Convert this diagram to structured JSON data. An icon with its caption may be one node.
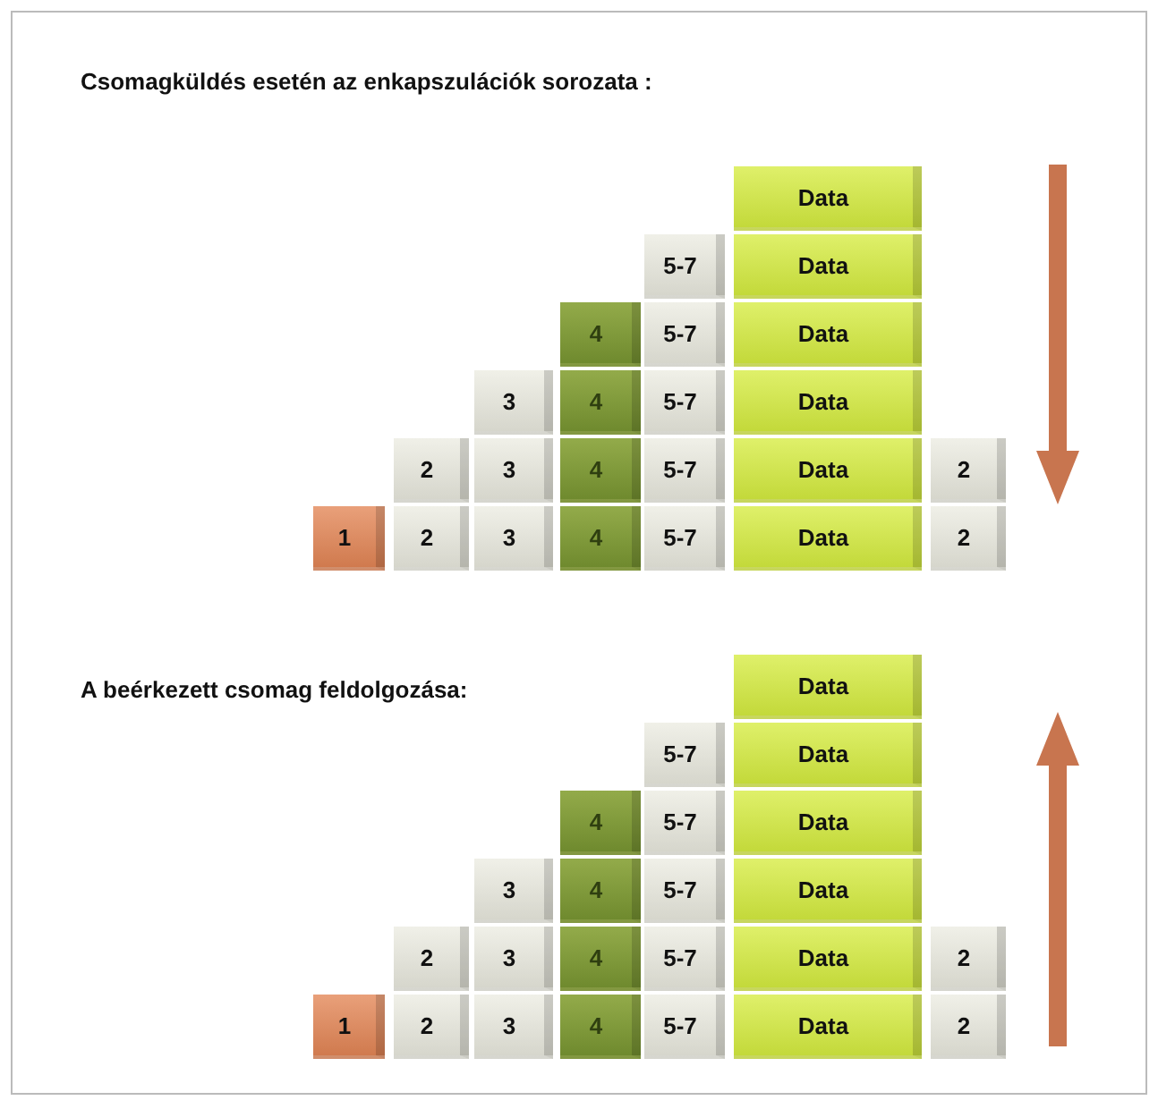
{
  "diagram": {
    "nodes": [
      {
        "text": [
          "Data"
        ]
      },
      {
        "text": [
          "5-7"
        ]
      },
      {
        "text": [
          "Data"
        ]
      },
      {
        "text": [
          "4"
        ]
      },
      {
        "text": [
          "5-7"
        ]
      },
      {
        "text": [
          "Data"
        ]
      },
      {
        "text": [
          "3"
        ]
      },
      {
        "text": [
          "4"
        ]
      },
      {
        "text": [
          "5-7"
        ]
      },
      {
        "text": [
          "Data"
        ]
      },
      {
        "text": [
          "2"
        ]
      },
      {
        "text": [
          "3"
        ]
      },
      {
        "text": [
          "4"
        ]
      },
      {
        "text": [
          "5-7"
        ]
      },
      {
        "text": [
          "Data"
        ]
      },
      {
        "text": [
          "2"
        ]
      },
      {
        "text": [
          "1"
        ]
      },
      {
        "text": [
          "2"
        ]
      },
      {
        "text": [
          "3"
        ]
      },
      {
        "text": [
          "4"
        ]
      },
      {
        "text": [
          "5-7"
        ]
      },
      {
        "text": [
          "Data"
        ]
      },
      {
        "text": [
          "2"
        ]
      },
      {
        "text": [
          "Data"
        ]
      },
      {
        "text": [
          "5-7"
        ]
      },
      {
        "text": [
          "Data"
        ]
      },
      {
        "text": [
          "4"
        ]
      },
      {
        "text": [
          "5-7"
        ]
      },
      {
        "text": [
          "Data"
        ]
      },
      {
        "text": [
          "3"
        ]
      },
      {
        "text": [
          "4"
        ]
      },
      {
        "text": [
          "5-7"
        ]
      },
      {
        "text": [
          "Data"
        ]
      },
      {
        "text": [
          "2"
        ]
      },
      {
        "text": [
          "3"
        ]
      },
      {
        "text": [
          "4"
        ]
      },
      {
        "text": [
          "5-7"
        ]
      },
      {
        "text": [
          "Data"
        ]
      },
      {
        "text": [
          "2"
        ]
      },
      {
        "text": [
          "1"
        ]
      },
      {
        "text": [
          "2"
        ]
      },
      {
        "text": [
          "3"
        ]
      },
      {
        "text": [
          "4"
        ]
      },
      {
        "text": [
          "5-7"
        ]
      },
      {
        "text": [
          "Data"
        ]
      },
      {
        "text": [
          "2"
        ]
      }
    ],
    "labels": [
      "Csomagküldés esetén az enkapszulációk sorozata :",
      "A beérkezett csomag feldolgozása:"
    ]
  }
}
